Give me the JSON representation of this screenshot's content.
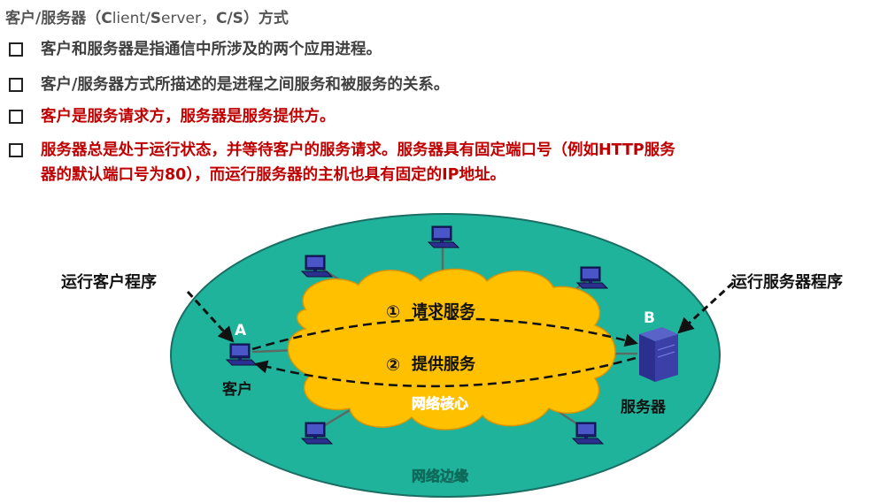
{
  "title": {
    "pre": "客户/服务器（",
    "c_bold": "C",
    "c_rest": "lient/",
    "s_bold": "S",
    "s_rest": "erver，",
    "abbr": "C/S",
    "post": "）方式"
  },
  "bullets": [
    {
      "lines": [
        "客户和服务器是指通信中所涉及的两个应用进程。"
      ],
      "color": "#404040"
    },
    {
      "lines": [
        "客户/服务器方式所描述的是进程之间服务和被服务的关系。"
      ],
      "color": "#404040"
    },
    {
      "lines": [
        "客户是服务请求方，服务器是服务提供方。"
      ],
      "color": "#c00000"
    },
    {
      "lines": [
        "服务器总是处于运行状态，并等待客户的服务请求。服务器具有固定端口号（例如HTTP服务",
        "器的默认端口号为80），而运行服务器的主机也具有固定的IP地址。"
      ],
      "color": "#c00000"
    }
  ],
  "diagram": {
    "client_program_label": "运行客户程序",
    "server_program_label": "运行服务器程序",
    "host_a": "A",
    "host_b": "B",
    "client_label": "客户",
    "server_label": "服务器",
    "request_num": "①",
    "request_label": "请求服务",
    "response_num": "②",
    "response_label": "提供服务",
    "core_label": "网络核心",
    "edge_label": "网络边缘",
    "colors": {
      "edge_fill": "#1fb39c",
      "core_fill": "#ffc000",
      "core_text": "#ff33cc",
      "edge_text": "#ffffff",
      "host_letter": "#ffffff"
    }
  }
}
